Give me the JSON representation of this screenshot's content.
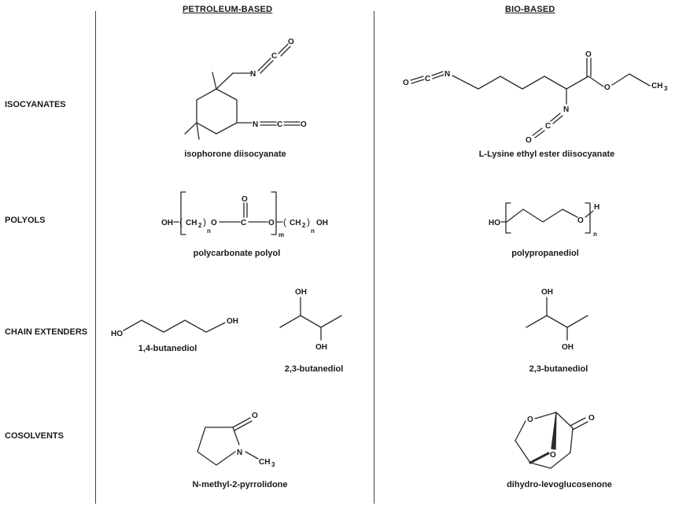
{
  "columns": {
    "petroleum": "PETROLEUM-BASED",
    "bio": "BIO-BASED"
  },
  "rows": {
    "isocyanates": "ISOCYANATES",
    "polyols": "POLYOLS",
    "chain_extenders": "CHAIN EXTENDERS",
    "cosolvents": "COSOLVENTS"
  },
  "compounds": {
    "ipdi": "isophorone diisocyanate",
    "lysine": "L-Lysine ethyl ester diisocyanate",
    "pc_polyol": "polycarbonate polyol",
    "ppd": "polypropanediol",
    "bdo14": "1,4-butanediol",
    "bdo23_pet": "2,3-butanediol",
    "bdo23_bio": "2,3-butanediol",
    "nmp": "N-methyl-2-pyrrolidone",
    "dlg": "dihydro-levoglucosenone"
  },
  "atoms": {
    "N": "N",
    "C": "C",
    "O": "O",
    "OH": "OH",
    "HO": "HO",
    "H": "H",
    "CH2": "CH",
    "sub2": "2",
    "CH3": "CH",
    "sub3": "3",
    "n": "n",
    "m": "m"
  }
}
